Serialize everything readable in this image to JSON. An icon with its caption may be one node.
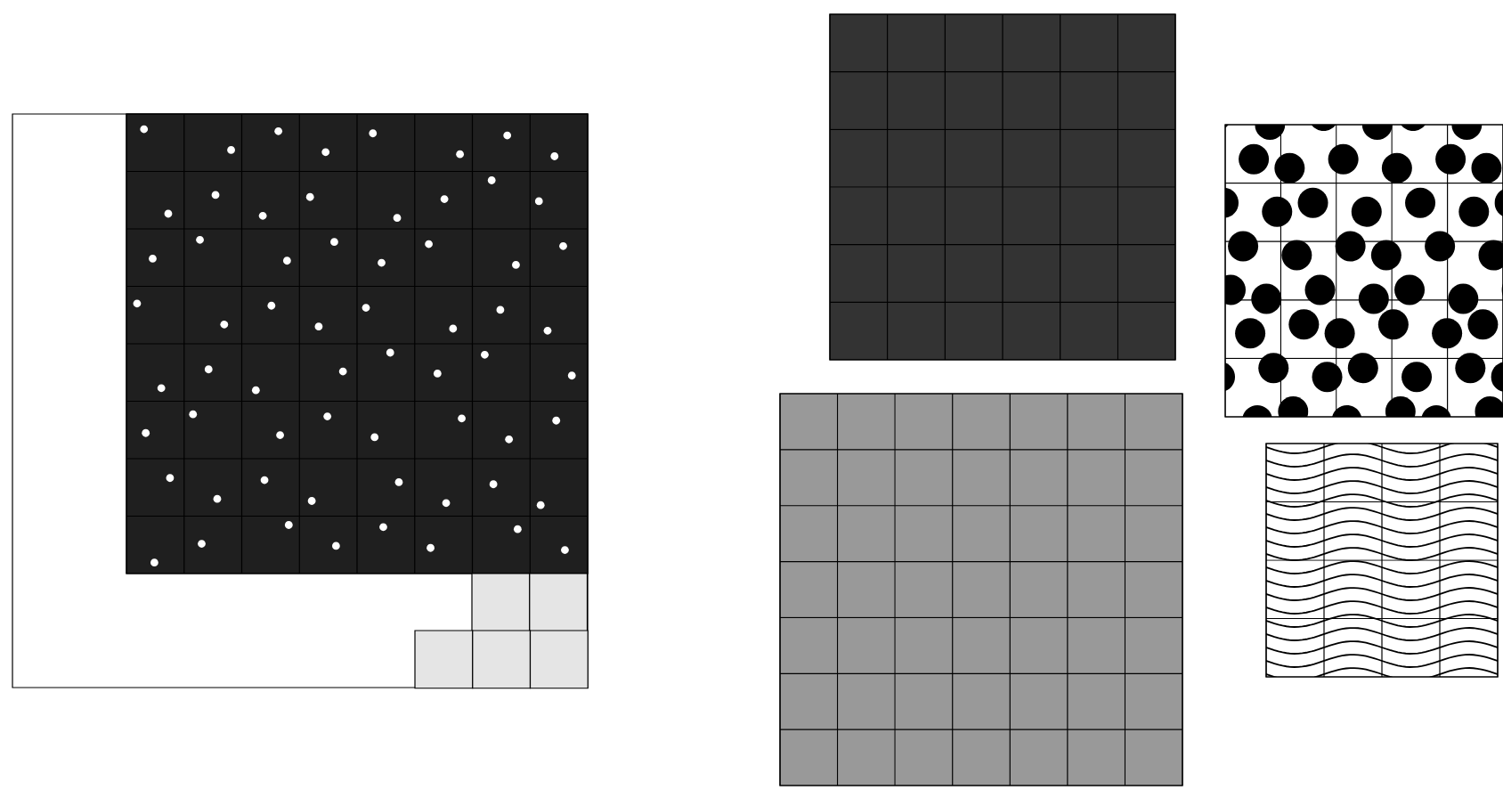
{
  "diagram": {
    "nodes": [
      {
        "text": [],
        "shape": "box"
      },
      {
        "text": [],
        "shape": "box",
        "in": 0
      },
      {
        "text": [],
        "shape": "box"
      },
      {
        "text": [],
        "shape": "box"
      },
      {
        "text": [],
        "shape": "box"
      },
      {
        "text": [],
        "shape": "box"
      }
    ]
  }
}
